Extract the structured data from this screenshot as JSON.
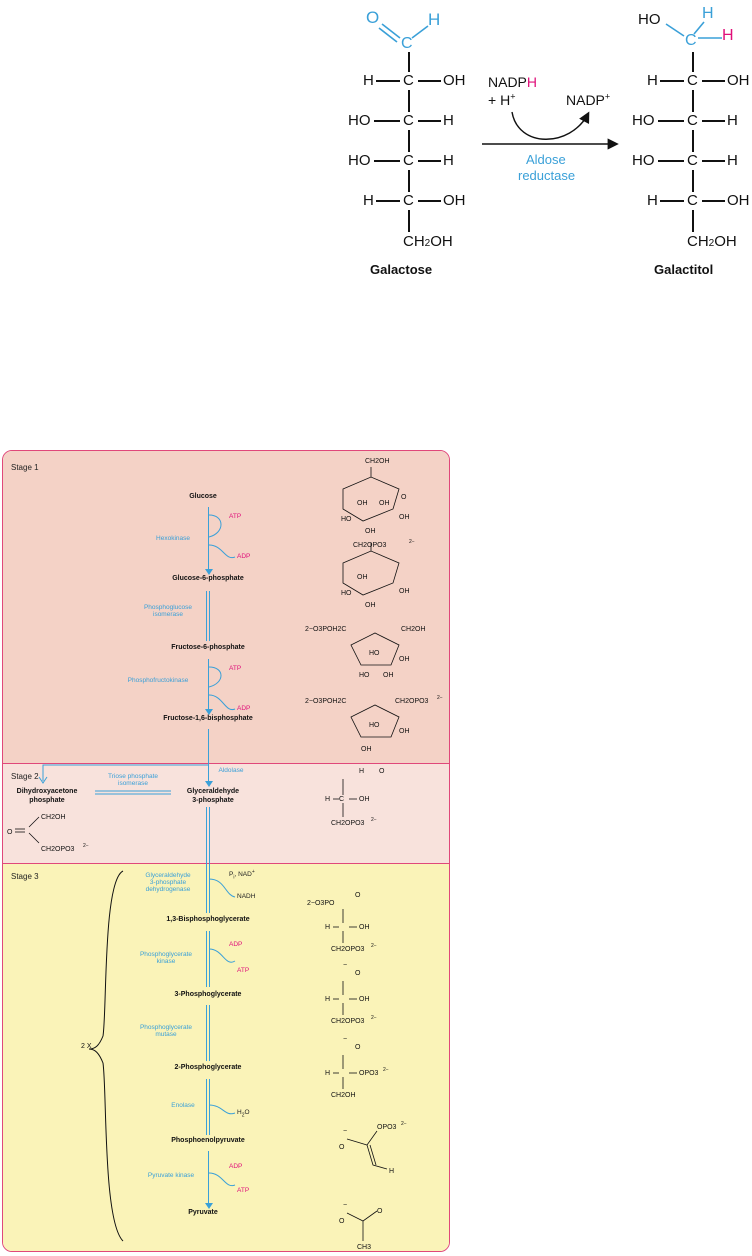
{
  "reaction": {
    "substrate": {
      "name": "Galactose",
      "aldehyde_o": "O",
      "aldehyde_h": "H",
      "rows": [
        {
          "left": "H",
          "right": "OH"
        },
        {
          "left": "HO",
          "right": "H"
        },
        {
          "left": "HO",
          "right": "H"
        },
        {
          "left": "H",
          "right": "OH"
        }
      ],
      "bottom": "CH",
      "bottom_sub": "2",
      "bottom_end": "OH"
    },
    "product": {
      "name": "Galactitol",
      "top_ho": "HO",
      "top_h_blue": "H",
      "top_h_mag": "H",
      "rows": [
        {
          "left": "H",
          "right": "OH"
        },
        {
          "left": "HO",
          "right": "H"
        },
        {
          "left": "HO",
          "right": "H"
        },
        {
          "left": "H",
          "right": "OH"
        }
      ],
      "bottom": "CH",
      "bottom_sub": "2",
      "bottom_end": "OH"
    },
    "carbon": "C",
    "cofactor_in_a": "NADP",
    "cofactor_in_h": "H",
    "cofactor_in_b": "+  H",
    "cofactor_in_b_sup": "+",
    "cofactor_out": "NADP",
    "cofactor_out_sup": "+",
    "enzyme_line1": "Aldose",
    "enzyme_line2": "reductase",
    "colors": {
      "blue": "#3aa0d8",
      "magenta": "#e0107a"
    }
  },
  "glycolysis": {
    "stages": [
      "Stage 1",
      "Stage 2",
      "Stage 3"
    ],
    "multiplier": "2 X",
    "metabolites": [
      "Glucose",
      "Glucose-6-phosphate",
      "Fructose-6-phosphate",
      "Fructose-1,6-bisphosphate",
      "Dihydroxyacetone\nphosphate",
      "Glyceraldehyde\n3-phosphate",
      "1,3-Bisphosphoglycerate",
      "3-Phosphoglycerate",
      "2-Phosphoglycerate",
      "Phosphoenolpyruvate",
      "Pyruvate"
    ],
    "enzymes": [
      "Hexokinase",
      "Phosphoglucose\nisomerase",
      "Phosphofructokinase",
      "Aldolase",
      "Triose phosphate\nisomerase",
      "Glyceraldehyde\n3-phosphate\ndehydrogenase",
      "Phosphoglycerate\nkinase",
      "Phosphoglycerate\nmutase",
      "Enolase",
      "Pyruvate kinase"
    ],
    "cofactors": {
      "atp": "ATP",
      "adp": "ADP",
      "pi_nad": "P",
      "pi_sub": "i",
      "pi_rest": ", NAD",
      "pi_sup": "+",
      "nadh": "NADH",
      "h2o": "H",
      "h2o_sub": "2",
      "h2o_end": "O"
    },
    "structure_labels": {
      "ch2oh": "CH2OH",
      "oh": "OH",
      "ho": "HO",
      "h": "H",
      "o": "O",
      "ch2opo3": "CH2OPO3",
      "charge2": "2−",
      "minus": "−",
      "ch3": "CH3",
      "c": "C",
      "o3po_prefix": "2−O3POH2C",
      "dhap_ch2oh": "CH2OH",
      "dhap_ch2opo3": "CH2OPO3",
      "bpg_po": "2−O3PO",
      "opo3": "OPO3"
    }
  }
}
